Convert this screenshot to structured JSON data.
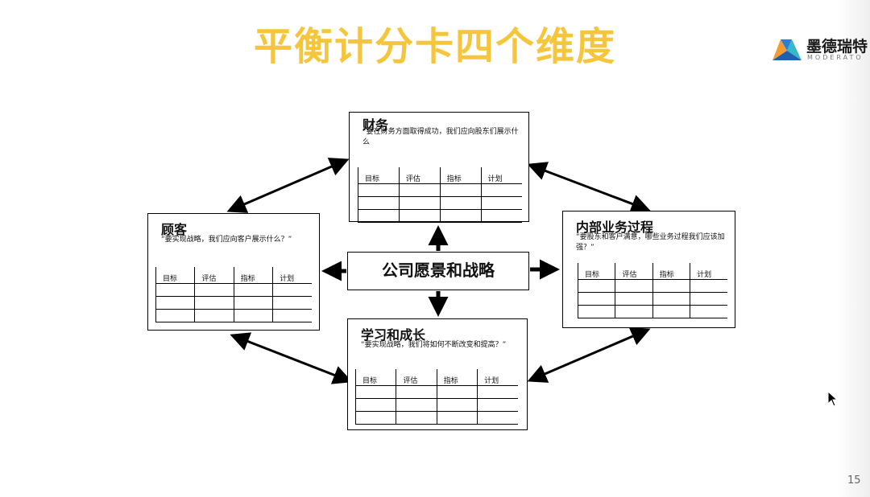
{
  "slide": {
    "title": "平衡计分卡四个维度",
    "page_number": "15"
  },
  "logo": {
    "name_cn": "墨德瑞特",
    "name_en": "MODERATO"
  },
  "center": {
    "label": "公司愿景和战略"
  },
  "perspectives": {
    "finance": {
      "title": "财务",
      "quote": "“要在财务方面取得成功，我们应向股东们展示什么",
      "columns": [
        "目标",
        "评估",
        "指标",
        "计划"
      ]
    },
    "customer": {
      "title": "顾客",
      "quote": "“要实现战略，我们应向客户展示什么？”",
      "columns": [
        "目标",
        "评估",
        "指标",
        "计划"
      ]
    },
    "internal": {
      "title": "内部业务过程",
      "quote": "“要股东和客户满意，哪些业务过程我们应该加强？”",
      "columns": [
        "目标",
        "评估",
        "指标",
        "计划"
      ]
    },
    "learning": {
      "title": "学习和成长",
      "quote": "“要实现战略，我们将如何不断改变和提高？”",
      "columns": [
        "目标",
        "评估",
        "指标",
        "计划"
      ]
    }
  },
  "colors": {
    "title": "#f5c63c",
    "logo_orange": "#f39c33",
    "logo_blue": "#2c7fd6",
    "logo_teal": "#35b9c8"
  }
}
